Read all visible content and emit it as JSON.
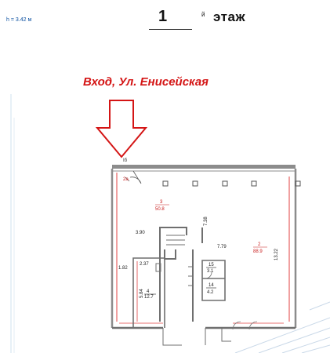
{
  "header": {
    "floor_height": "h = 3.42 м",
    "floor_number": "1",
    "floor_suffix": "й",
    "floor_word": "этаж"
  },
  "entrance": {
    "label": "Вход, Ул. Енисейская",
    "door_code": "Iб",
    "sub_code": "2а"
  },
  "rooms": [
    {
      "id": "3",
      "area": "50.8"
    },
    {
      "id": "2",
      "area": "88.9"
    },
    {
      "id": "4",
      "area": "12.7"
    },
    {
      "id": "15",
      "area": "3.1"
    },
    {
      "id": "14",
      "area": "4.2"
    }
  ],
  "dimensions": {
    "d_390": "3.90",
    "d_738": "7.38",
    "d_779": "7.79",
    "d_1322": "13.22",
    "d_182": "1.82",
    "d_237": "2.37",
    "d_584": "5.84"
  },
  "colors": {
    "wall": "#8c8c8c",
    "wall_dark": "#6f6f6f",
    "red_line": "#e04040",
    "room_label": "#c81a1a",
    "entrance_arrow": "#d41515",
    "hatch": "#c9d8e8"
  }
}
